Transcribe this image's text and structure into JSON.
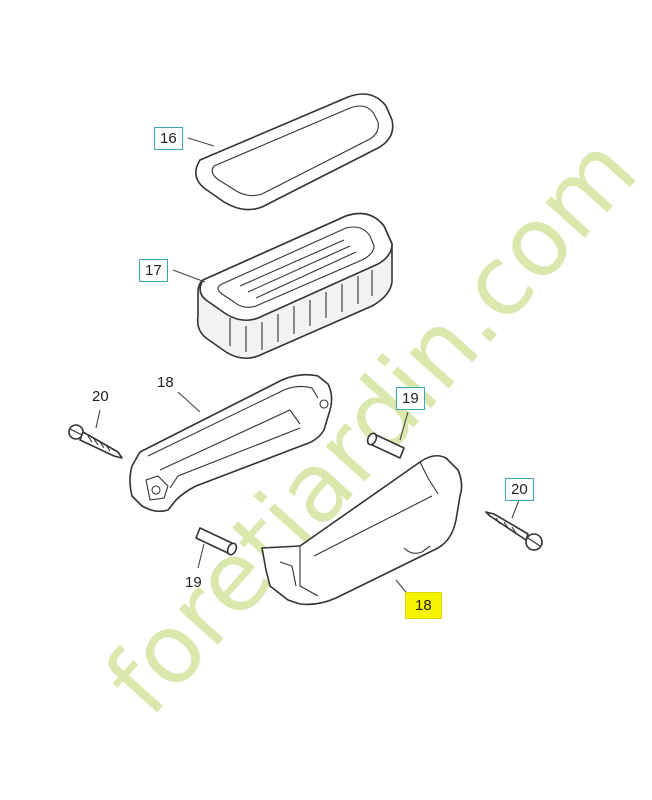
{
  "callouts": [
    {
      "id": "16",
      "text": "16",
      "style": "boxed"
    },
    {
      "id": "17",
      "text": "17",
      "style": "boxed"
    },
    {
      "id": "18-upper",
      "text": "18",
      "style": "plain"
    },
    {
      "id": "20-left",
      "text": "20",
      "style": "plain"
    },
    {
      "id": "19-right",
      "text": "19",
      "style": "boxed"
    },
    {
      "id": "20-right",
      "text": "20",
      "style": "boxed"
    },
    {
      "id": "19-lower",
      "text": "19",
      "style": "plain"
    },
    {
      "id": "18-lower",
      "text": "18",
      "style": "highlighted"
    }
  ],
  "watermark": {
    "text": "foretjardin.com",
    "color_main": "#d6e6a6",
    "color_accent": "#f6d6a8",
    "color_com": "#d8d4cc"
  },
  "colors": {
    "callout_border": "#3fa6b5",
    "highlight": "#f7f200",
    "line": "#333333"
  }
}
